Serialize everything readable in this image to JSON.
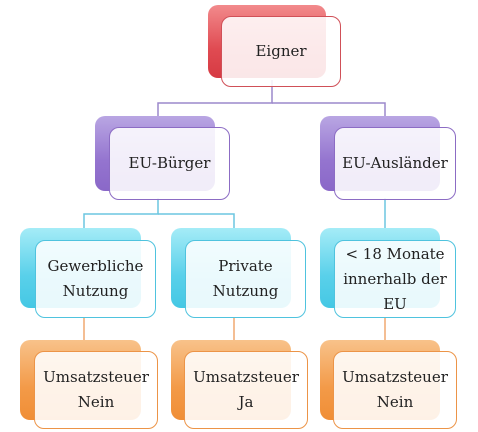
{
  "nodes": {
    "root": {
      "text": "Eigner"
    },
    "eu_buerger": {
      "text": "EU-Bürger"
    },
    "eu_auslaender": {
      "text": "EU-Ausländer"
    },
    "gewerbliche": {
      "text": "Gewerbliche\nNutzung"
    },
    "private": {
      "text": "Private\nNutzung"
    },
    "monate": {
      "text": "< 18 Monate\ninnerhalb der\nEU"
    },
    "ust_nein_1": {
      "text": "Umsatzsteuer\nNein"
    },
    "ust_ja": {
      "text": "Umsatzsteuer\nJa"
    },
    "ust_nein_2": {
      "text": "Umsatzsteuer\nNein"
    }
  },
  "colors": {
    "red": "#e04b52",
    "purple": "#9474cf",
    "cyan": "#59d0ea",
    "orange": "#f39a48",
    "connector_level1": "#9c88cc",
    "connector_level2": "#6cc6e0",
    "connector_level3": "#f0a870"
  }
}
